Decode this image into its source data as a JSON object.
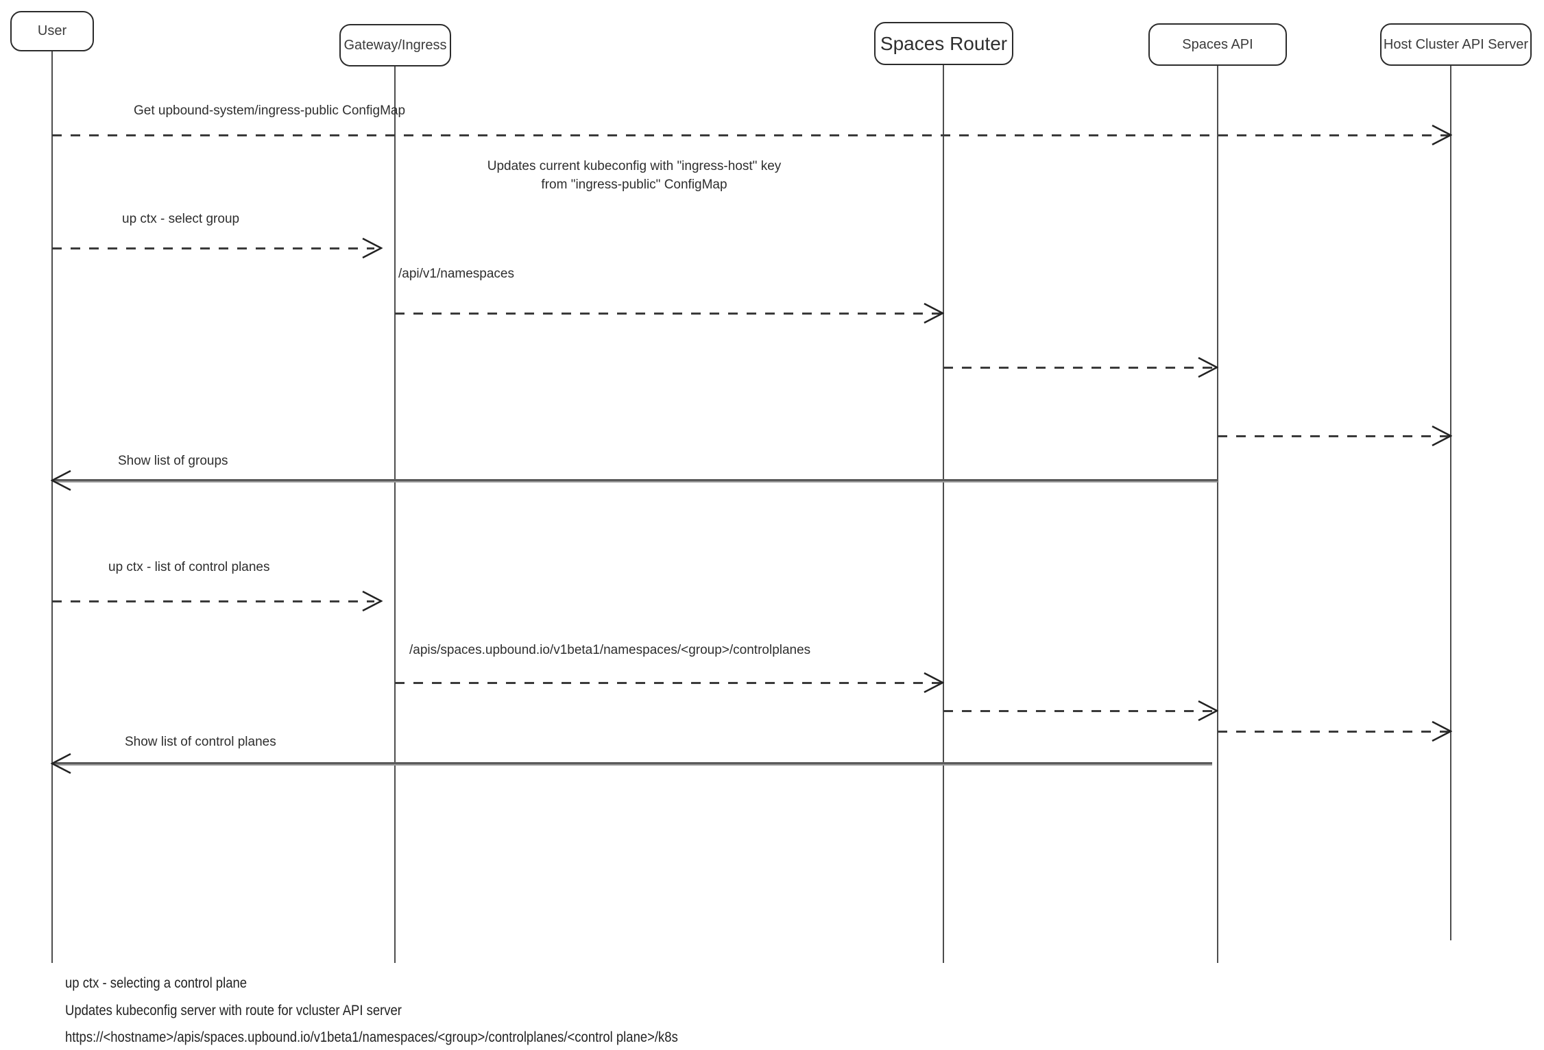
{
  "diagram": {
    "type": "sequence-diagram",
    "actors": [
      {
        "id": "user",
        "label": "User"
      },
      {
        "id": "gateway-ingress",
        "label": "Gateway/Ingress"
      },
      {
        "id": "spaces-router",
        "label": "Spaces Router"
      },
      {
        "id": "spaces-api",
        "label": "Spaces API"
      },
      {
        "id": "host-cluster-api-server",
        "label": "Host Cluster API Server"
      }
    ],
    "messages": {
      "get_configmap": {
        "from": "User",
        "to": "Host Cluster API Server",
        "style": "dashed",
        "label": "Get upbound-system/ingress-public ConfigMap"
      },
      "note_kubeconfig": {
        "line1": "Updates current kubeconfig with \"ingress-host\" key",
        "line2": "from \"ingress-public\" ConfigMap"
      },
      "select_group": {
        "from": "User",
        "to": "Gateway/Ingress",
        "style": "dashed",
        "label": "up ctx - select group"
      },
      "namespaces": {
        "from": "Gateway/Ingress",
        "to": "Spaces Router",
        "style": "dashed",
        "label": "/api/v1/namespaces"
      },
      "router_to_api_1": {
        "from": "Spaces Router",
        "to": "Spaces API",
        "style": "dashed",
        "label": ""
      },
      "api_to_host_1": {
        "from": "Spaces API",
        "to": "Host Cluster API Server",
        "style": "dashed",
        "label": ""
      },
      "show_groups": {
        "from": "Spaces API",
        "to": "User",
        "style": "solid",
        "label": "Show list of groups"
      },
      "list_control_planes": {
        "from": "User",
        "to": "Gateway/Ingress",
        "style": "dashed",
        "label": "up ctx - list of control planes"
      },
      "controlplanes_api": {
        "from": "Gateway/Ingress",
        "to": "Spaces Router",
        "style": "dashed",
        "label": "/apis/spaces.upbound.io/v1beta1/namespaces/<group>/controlplanes"
      },
      "router_to_api_2": {
        "from": "Spaces Router",
        "to": "Spaces API",
        "style": "dashed",
        "label": ""
      },
      "api_to_host_2": {
        "from": "Spaces API",
        "to": "Host Cluster API Server",
        "style": "dashed",
        "label": ""
      },
      "show_control_planes": {
        "from": "Spaces API",
        "to": "User",
        "style": "solid",
        "label": "Show list of control planes"
      }
    },
    "footnotes": [
      "up ctx - selecting a control plane",
      "Updates kubeconfig server with route for vcluster API server",
      "https://<hostname>/apis/spaces.upbound.io/v1beta1/namespaces/<group>/controlplanes/<control plane>/k8s"
    ],
    "colors": {
      "background": "#ffffff",
      "stroke": "#2b2b2b",
      "text": "#2e2e2e"
    }
  }
}
